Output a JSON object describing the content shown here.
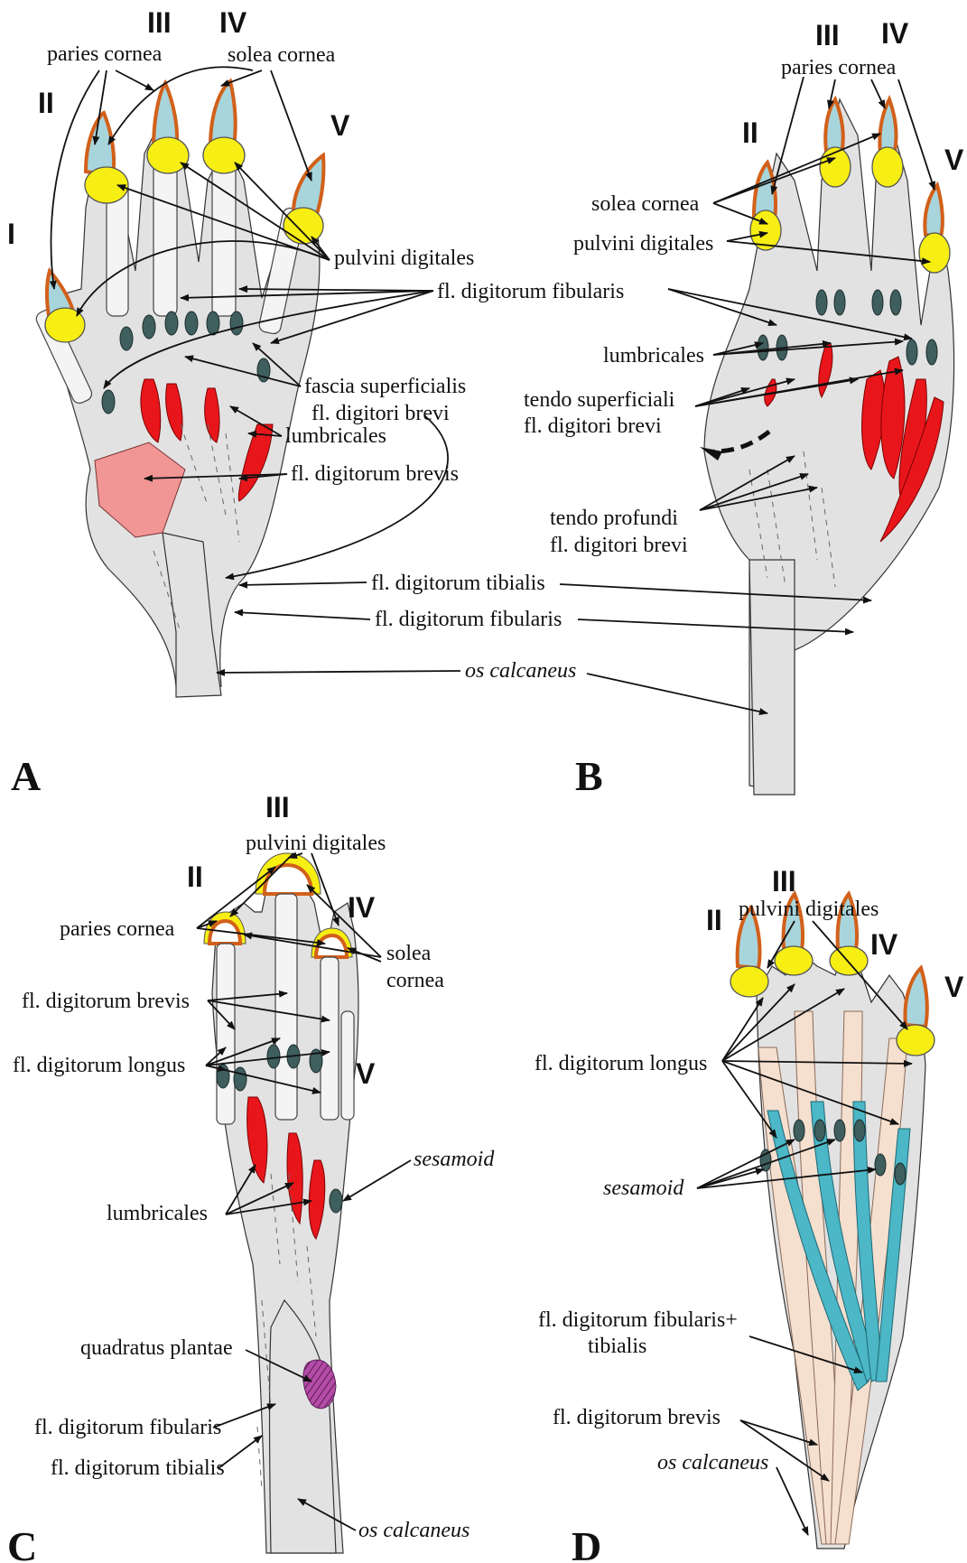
{
  "panels": {
    "A": {
      "letter": "A",
      "digits": [
        "I",
        "II",
        "III",
        "IV",
        "V"
      ],
      "labels": {
        "paries_cornea": "paries cornea",
        "solea_cornea": "solea cornea",
        "pulvini_digitales": "pulvini digitales",
        "fl_digitorum_fibularis": "fl. digitorum fibularis",
        "fascia_line1": "fascia superficialis",
        "fascia_line2": "fl. digitori brevi",
        "lumbricales": "lumbricales",
        "fl_digitorum_brevis": "fl. digitorum brevis",
        "fl_digitorum_tibialis": "fl. digitorum tibialis",
        "fl_digitorum_fibularis_2": "fl. digitorum fibularis",
        "os_calcaneus": "os calcaneus"
      }
    },
    "B": {
      "letter": "B",
      "digits": [
        "II",
        "III",
        "IV",
        "V"
      ],
      "labels": {
        "paries_cornea": "paries cornea",
        "solea_cornea": "solea cornea",
        "pulvini_digitales": "pulvini digitales",
        "lumbricales": "lumbricales",
        "tendo_sup_line1": "tendo superficiali",
        "tendo_sup_line2": "fl. digitori brevi",
        "tendo_prof_line1": "tendo profundi",
        "tendo_prof_line2": "fl. digitori brevi"
      }
    },
    "C": {
      "letter": "C",
      "digits": [
        "II",
        "III",
        "IV",
        "V"
      ],
      "labels": {
        "pulvini_digitales": "pulvini digitales",
        "paries_cornea": "paries cornea",
        "solea_line1": "solea",
        "solea_line2": "cornea",
        "fl_digitorum_brevis": "fl. digitorum brevis",
        "fl_digitorum_longus": "fl. digitorum longus",
        "sesamoid": "sesamoid",
        "lumbricales": "lumbricales",
        "quadratus_plantae": "quadratus plantae",
        "fl_digitorum_fibularis": "fl. digitorum fibularis",
        "fl_digitorum_tibialis": "fl. digitorum tibialis",
        "os_calcaneus": "os calcaneus"
      }
    },
    "D": {
      "letter": "D",
      "digits": [
        "II",
        "III",
        "IV",
        "V"
      ],
      "labels": {
        "pulvini_digitales": "pulvini digitales",
        "fl_digitorum_longus": "fl. digitorum longus",
        "sesamoid": "sesamoid",
        "fib_tib_line1": "fl. digitorum fibularis+",
        "fib_tib_line2": "tibialis",
        "fl_digitorum_brevis": "fl. digitorum brevis",
        "os_calcaneus": "os calcaneus"
      }
    }
  },
  "colors": {
    "claw": "#a8d5dc",
    "claw_rim": "#d2601a",
    "pad": "#f7ee13",
    "muscle": "#e8161b",
    "sesamoid": "#3f5e5e",
    "tendon_blue": "#4bb7c7",
    "plantae": "#b54ca8"
  }
}
